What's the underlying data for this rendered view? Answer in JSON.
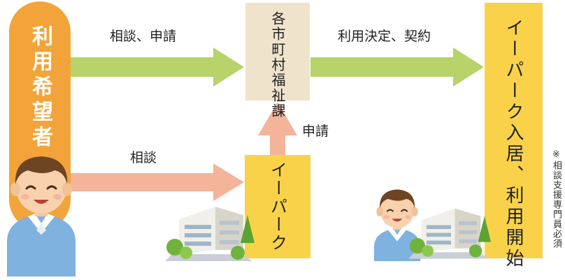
{
  "nodes": {
    "applicant": "利用希望者",
    "welfare_office": "各市町村福祉課",
    "epark": "イーパーク",
    "start": "イーパーク入居、利用開始"
  },
  "edges": {
    "consult_apply": "相談、申請",
    "consult": "相談",
    "apply": "申請",
    "decision_contract": "利用決定、契約"
  },
  "note": "※相談支援専門員必須",
  "colors": {
    "orange": "#f2a43a",
    "yellow": "#f9d24a",
    "beige": "#efe3cc",
    "green_arrow": "#b7d36a",
    "salmon_arrow": "#f3b49a"
  }
}
